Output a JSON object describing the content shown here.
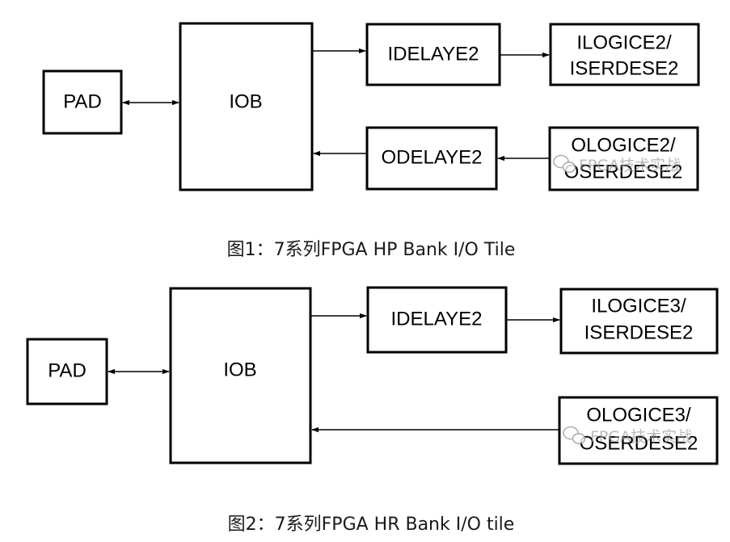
{
  "figure1": {
    "pad": "PAD",
    "iob": "IOB",
    "idelay": "IDELAYE2",
    "ilogic_line1": "ILOGICE2/",
    "ilogic_line2": "ISERDESE2",
    "odelay": "ODELAYE2",
    "ologic_line1": "OLOGICE2/",
    "ologic_line2": "OSERDESE2",
    "caption": "图1：7系列FPGA HP Bank I/O Tile"
  },
  "figure2": {
    "pad": "PAD",
    "iob": "IOB",
    "idelay": "IDELAYE2",
    "ilogic_line1": "ILOGICE3/",
    "ilogic_line2": "ISERDESE2",
    "ologic_line1": "OLOGICE3/",
    "ologic_line2": "OSERDESE2",
    "caption": "图2：7系列FPGA HR Bank I/O tile"
  },
  "watermark": {
    "icon": "wechat-icon",
    "text": "FPGA技术实战"
  }
}
